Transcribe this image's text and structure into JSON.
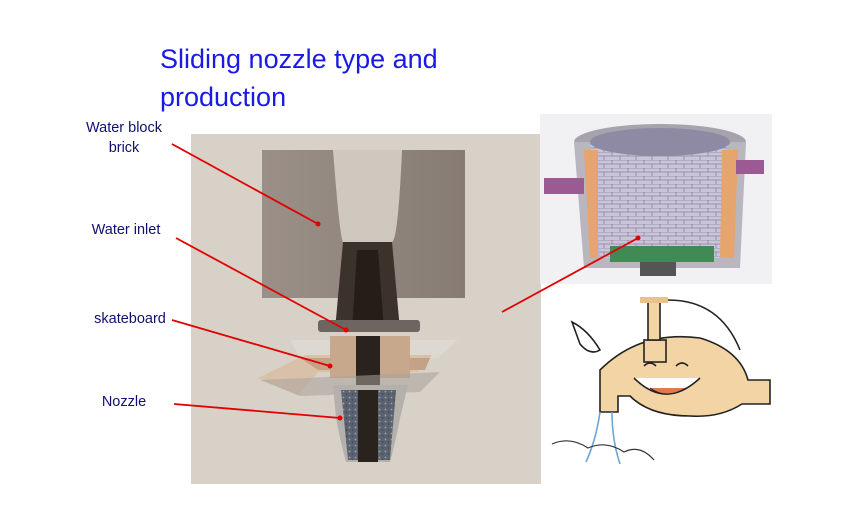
{
  "title": "Sliding nozzle type and production",
  "labels": {
    "water_block_brick": "Water block brick",
    "water_inlet": "Water inlet",
    "skateboard": "skateboard",
    "nozzle": "Nozzle"
  },
  "colors": {
    "title": "#1a1ae6",
    "label": "#101070",
    "pointer": "#e00000",
    "panel_bg": "#d9d3cb"
  }
}
